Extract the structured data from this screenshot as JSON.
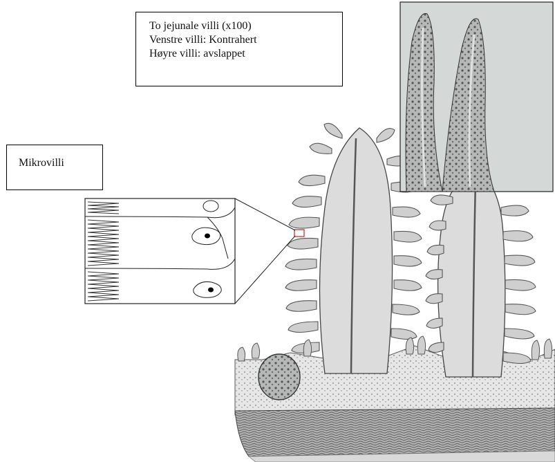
{
  "caption": {
    "lines": [
      "To jejunale villi (x100)",
      "Venstre villi: Kontrahert",
      "Høyre villi: avslappet"
    ]
  },
  "microvilli": {
    "label": "Mikrovilli"
  },
  "colors": {
    "ink": "#3a3a3a",
    "tissue": "#9a9a9a",
    "photo_background": "#d4d8d7",
    "zoom_marker": "#cc2222"
  },
  "illustrations": [
    "photomicrograph of two jejunal villi",
    "drawing of intestinal villi section with crypts and muscle layer",
    "schematic of enterocytes with microvilli brush border"
  ]
}
